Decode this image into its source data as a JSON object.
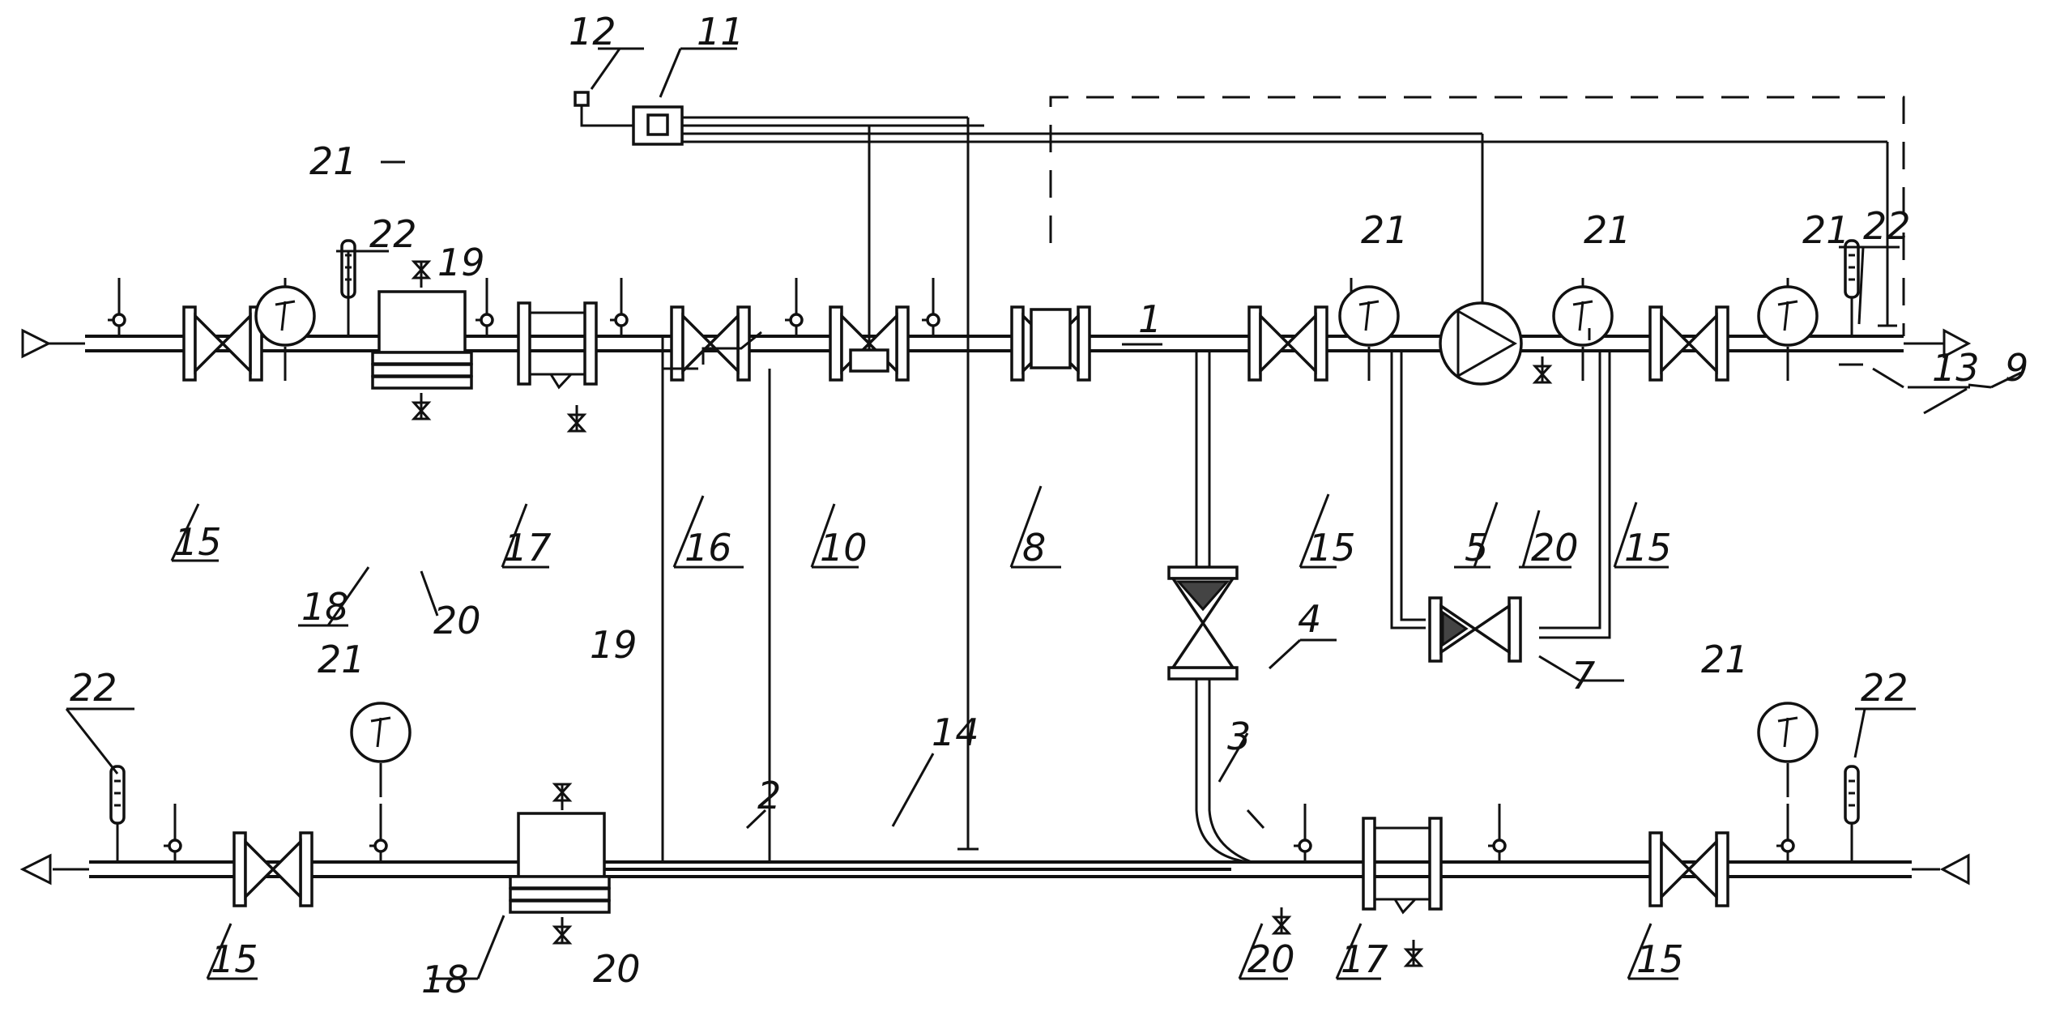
{
  "labels": {
    "n1": "1",
    "n2": "2",
    "n3": "3",
    "n4": "4",
    "n5": "5",
    "n7": "7",
    "n8": "8",
    "n9": "9",
    "n10": "10",
    "n11": "11",
    "n12": "12",
    "n13": "13",
    "n14": "14",
    "n15": "15",
    "n16": "16",
    "n17": "17",
    "n18": "18",
    "n19": "19",
    "n20": "20",
    "n21": "21",
    "n22": "22"
  }
}
